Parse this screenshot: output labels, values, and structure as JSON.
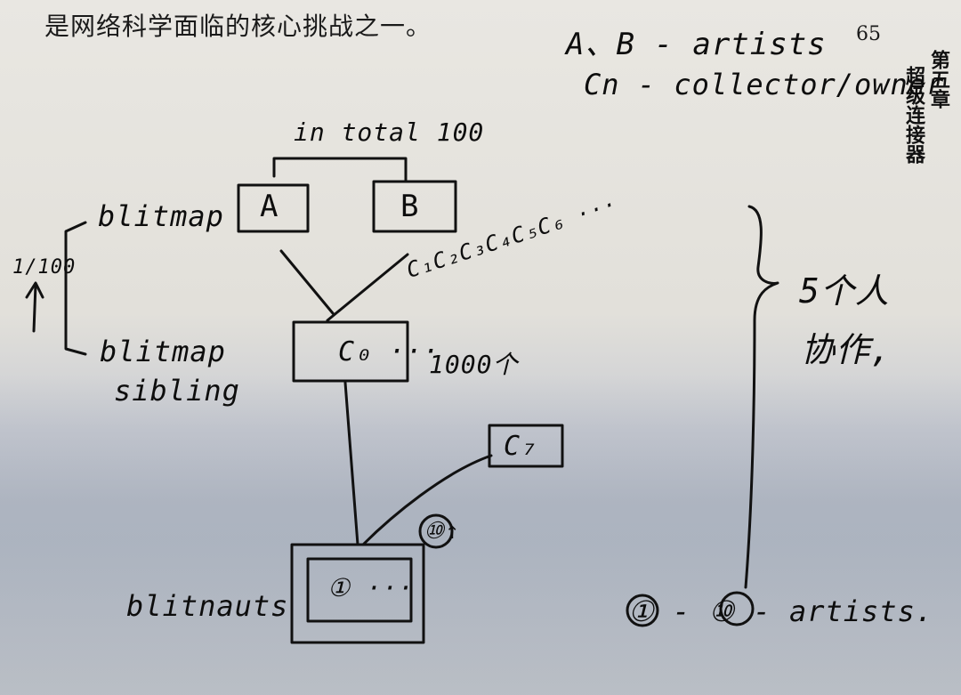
{
  "printed": {
    "text_line": "是网络科学面临的核心挑战之一。",
    "page_number": "65",
    "chapter_label": "第五章",
    "chapter_title": "超级连接器"
  },
  "notes": {
    "legend_ab": "A、B - artists",
    "legend_cn": "Cn - collector/owner",
    "in_total": "in total 100",
    "box_a": "A",
    "box_b": "B",
    "blitmap": "blitmap",
    "ratio": "1/100",
    "arrow": "↑",
    "blitmap_sibling_1": "blitmap",
    "blitmap_sibling_2": "sibling",
    "c_sequence": "C₁C₂C₃C₄C₅C₆ ···",
    "box_c0": "C₀ ···",
    "count_1000": "1000个",
    "box_c7": "C₇",
    "count_10": "⑩↑",
    "blitnauts": "blitnauts",
    "inner_1": "① ···",
    "five_people_1": "5个人",
    "five_people_2": "协作,",
    "artists_range": "① - ⑩ - artists."
  }
}
